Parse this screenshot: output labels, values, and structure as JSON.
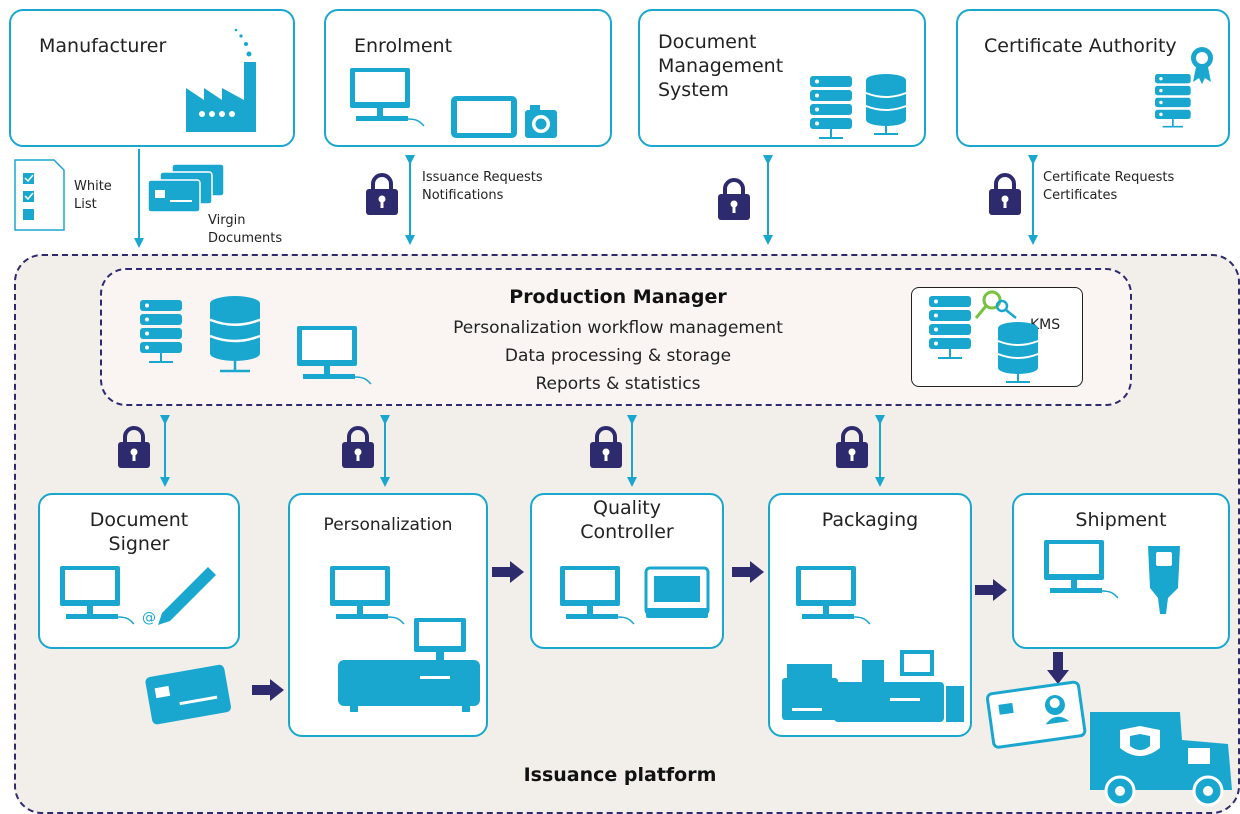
{
  "top_boxes": {
    "manufacturer": "Manufacturer",
    "enrolment": "Enrolment",
    "dms": [
      "Document",
      "Management",
      "System"
    ],
    "ca": "Certificate Authority"
  },
  "links": {
    "white_list": [
      "White",
      "List"
    ],
    "virgin_documents": [
      "Virgin",
      "Documents"
    ],
    "enrolment_flow": [
      "Issuance Requests",
      "Notifications"
    ],
    "ca_flow": [
      "Certificate Requests",
      "Certificates"
    ]
  },
  "production_manager": {
    "title": "Production Manager",
    "lines": [
      "Personalization workflow management",
      "Data processing & storage",
      "Reports & statistics"
    ],
    "kms": "KMS"
  },
  "stages": {
    "document_signer": [
      "Document",
      "Signer"
    ],
    "personalization": "Personalization",
    "quality_controller": [
      "Quality",
      "Controller"
    ],
    "packaging": "Packaging",
    "shipment": "Shipment"
  },
  "platform_label": "Issuance platform",
  "colors": {
    "accent": "#1aa7cf",
    "navy": "#2e2a6e",
    "platform_bg": "#f2efea"
  }
}
